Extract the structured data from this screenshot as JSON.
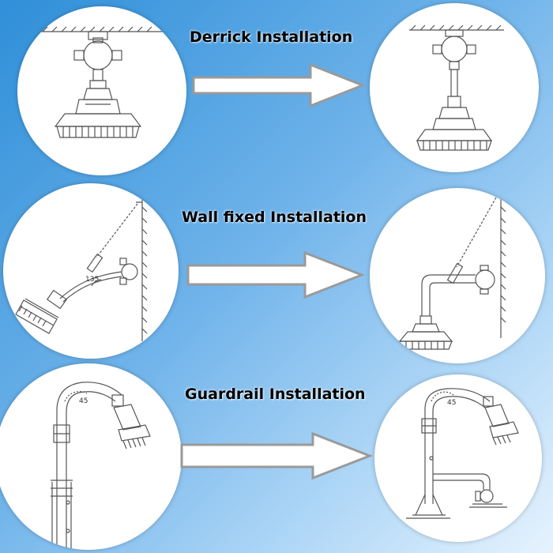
{
  "sections": [
    {
      "title": "Derrick Installation",
      "angle_left": "",
      "angle_right": ""
    },
    {
      "title": "Wall fixed Installation",
      "angle_left": "135",
      "angle_right": ""
    },
    {
      "title": "Guardrail Installation",
      "angle_left": "45",
      "angle_right": "45"
    }
  ],
  "colors": {
    "line": "#555555",
    "arrow_stroke": "#9a9a9a",
    "arrow_fill": "#ffffff"
  }
}
